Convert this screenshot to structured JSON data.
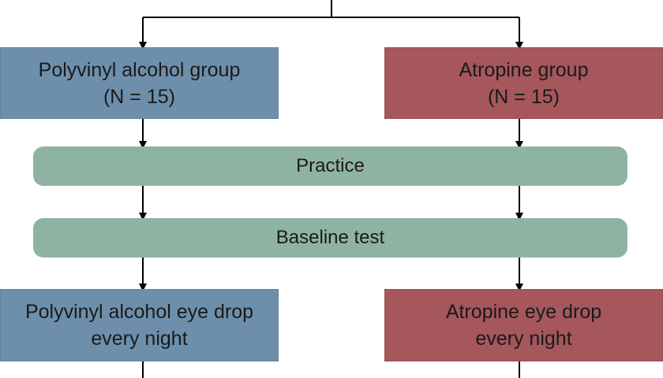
{
  "colors": {
    "placebo_group": "#6d8fab",
    "atropine_group": "#a5575c",
    "shared_step": "#8fb3a2",
    "arrow": "#000000"
  },
  "groups": {
    "left": {
      "title": "Polyvinyl alcohol group",
      "count": "(N = 15)",
      "treatment_line1": "Polyvinyl alcohol eye drop",
      "treatment_line2": "every night"
    },
    "right": {
      "title": "Atropine group",
      "count": "(N = 15)",
      "treatment_line1": "Atropine eye drop",
      "treatment_line2": "every night"
    }
  },
  "steps": {
    "practice": "Practice",
    "baseline": "Baseline test"
  }
}
